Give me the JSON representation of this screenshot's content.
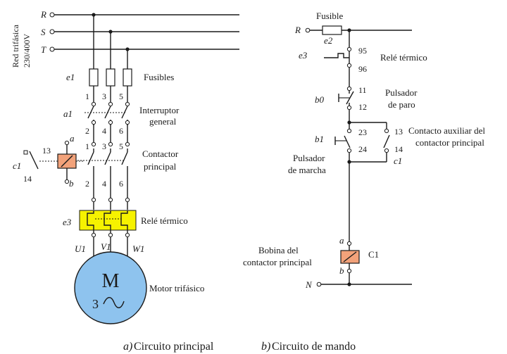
{
  "supply": {
    "vertical_label_line1": "Red trifásica",
    "vertical_label_line2": "230/400V",
    "phase_r": "R",
    "phase_s": "S",
    "phase_t": "T"
  },
  "main": {
    "fuses_tag": "e1",
    "fuses_label": "Fusibles",
    "fuse_numbers": [
      "1",
      "3",
      "5"
    ],
    "switch_tag": "a1",
    "switch_label_line1": "Interruptor",
    "switch_label_line2": "general",
    "switch_bottom_numbers": [
      "2",
      "4",
      "6"
    ],
    "coil_tag": "c1",
    "coil_a": "a",
    "coil_b": "b",
    "aux_13": "13",
    "aux_14": "14",
    "contactor_top_numbers": [
      "1",
      "3",
      "5"
    ],
    "contactor_label_line1": "Contactor",
    "contactor_label_line2": "principal",
    "contactor_bottom_numbers": [
      "2",
      "4",
      "6"
    ],
    "relay_tag": "e3",
    "relay_label": "Relé térmico",
    "motor_terminals": [
      "U1",
      "V1",
      "W1"
    ],
    "motor_letter": "M",
    "motor_phase": "3",
    "motor_label": "Motor trifásico"
  },
  "control": {
    "phase_r": "R",
    "neutral": "N",
    "fuse_label": "Fusible",
    "fuse_tag": "e2",
    "relay_tag": "e3",
    "relay_num_95": "95",
    "relay_num_96": "96",
    "relay_label": "Relé térmico",
    "stop_tag": "b0",
    "stop_num_11": "11",
    "stop_num_12": "12",
    "stop_label_line1": "Pulsador",
    "stop_label_line2": "de paro",
    "start_tag": "b1",
    "start_num_23": "23",
    "start_num_24": "24",
    "start_label_line1": "Pulsador",
    "start_label_line2": "de marcha",
    "aux_num_13": "13",
    "aux_num_14": "14",
    "aux_tag": "c1",
    "aux_label_line1": "Contacto auxiliar del",
    "aux_label_line2": "contactor principal",
    "coil_a": "a",
    "coil_b": "b",
    "coil_tag": "C1",
    "coil_label_line1": "Bobina del",
    "coil_label_line2": "contactor principal"
  },
  "captions": {
    "a_letter": "a)",
    "a_text": " Circuito principal",
    "b_letter": "b)",
    "b_text": " Circuito de mando"
  },
  "colors": {
    "coil_fill": "#f2a27a",
    "relay_fill": "#f6f200",
    "motor_fill": "#8ec3ee"
  }
}
